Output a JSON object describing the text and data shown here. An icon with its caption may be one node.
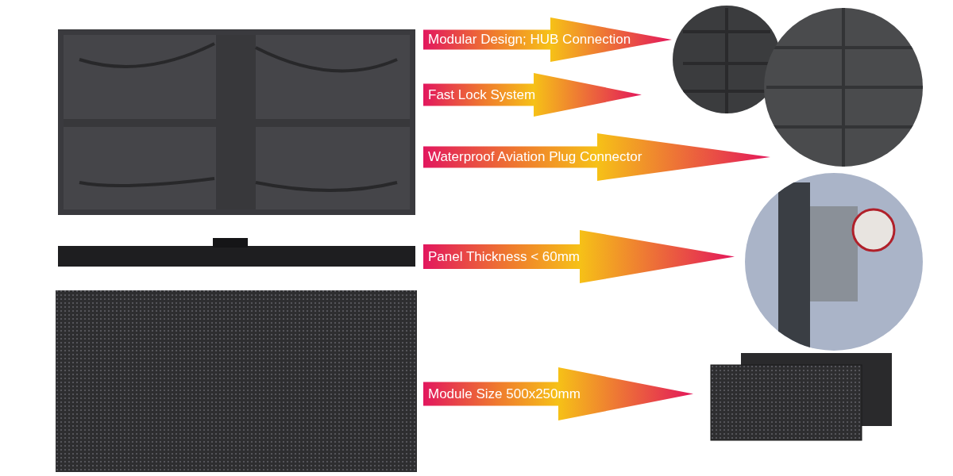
{
  "diagram": {
    "nodes": [
      {
        "text": [
          "Modular Design; HUB Connection"
        ]
      },
      {
        "text": [
          "Fast Lock System"
        ]
      },
      {
        "text": [
          "Waterproof Aviation Plug Connector"
        ]
      },
      {
        "text": [
          "Panel Thickness < 60mm"
        ]
      },
      {
        "text": [
          "Module Size 500x250mm"
        ]
      }
    ]
  }
}
